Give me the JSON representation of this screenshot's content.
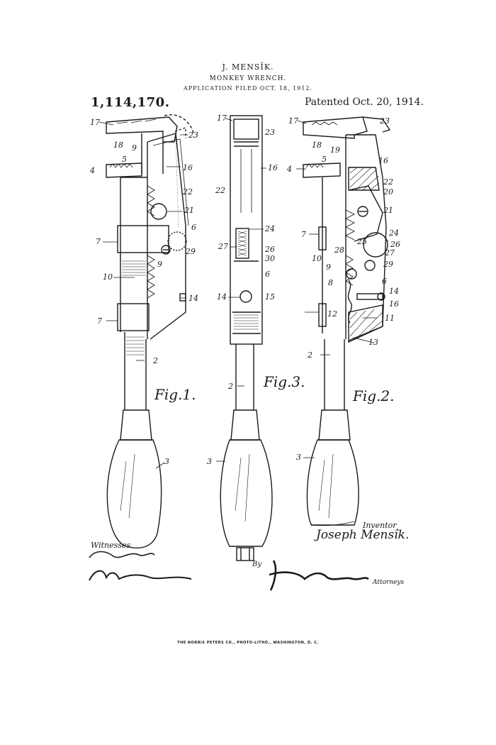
{
  "header": {
    "inventor_name": "J. MENSÎK.",
    "title": "MONKEY WRENCH.",
    "application": "APPLICATION FILED OCT. 18, 1912.",
    "patent_number": "1,114,170.",
    "patented": "Patented Oct. 20, 1914."
  },
  "figures": {
    "fig1": "Fig.1.",
    "fig2": "Fig.2.",
    "fig3": "Fig.3."
  },
  "reference_numerals": {
    "fig1": [
      "17",
      "23",
      "18",
      "9",
      "5",
      "4",
      "16",
      "22",
      "21",
      "6",
      "7",
      "29",
      "9",
      "10",
      "14",
      "7",
      "2",
      "3"
    ],
    "fig3": [
      "17",
      "23",
      "16",
      "22",
      "24",
      "27",
      "26",
      "30",
      "6",
      "14",
      "15",
      "2",
      "3"
    ],
    "fig2": [
      "17",
      "23",
      "18",
      "19",
      "16",
      "5",
      "4",
      "22",
      "20",
      "21",
      "24",
      "7",
      "25",
      "26",
      "28",
      "27",
      "10",
      "29",
      "9",
      "8",
      "6",
      "14",
      "16",
      "12",
      "11",
      "13",
      "2",
      "3"
    ]
  },
  "signatures": {
    "inventor_label": "Inventor",
    "inventor_signature": "Joseph Mensîk.",
    "witnesses_label": "Witnesses",
    "by_label": "By",
    "attorneys_label": "Attorneys"
  },
  "footer": {
    "lithographer": "THE NORRIS PETERS CO., PHOTO-LITHO., WASHINGTON, D. C."
  },
  "colors": {
    "ink": "#1a1a1a",
    "paper": "#ffffff"
  }
}
